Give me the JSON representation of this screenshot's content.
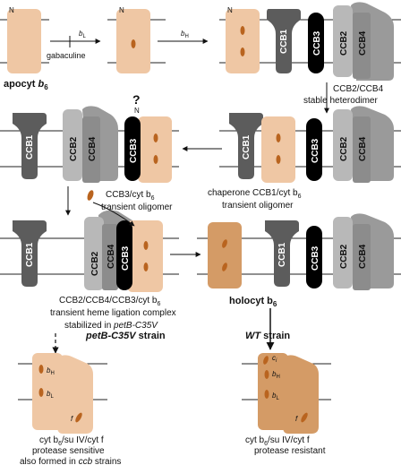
{
  "labels": {
    "n": "N",
    "gabaculine": "gabaculine",
    "bL_sub": "L",
    "bH_sub": "H",
    "b": "b",
    "apocyt_main": "apocyt",
    "apocyt_sub": "6",
    "ccb1": "CCB1",
    "ccb2": "CCB2",
    "ccb3": "CCB3",
    "ccb4": "CCB4",
    "question": "?",
    "stable_line1": "CCB2/CCB4",
    "stable_line2": "stable heterodimer",
    "ccb3cyt_line1": "CCB3/cyt b",
    "ccb3cyt_line1_sub": "6",
    "ccb3cyt_line2": "transient oligomer",
    "chap_line1": "chaperone CCB1/cyt b",
    "chap_line1_sub": "6",
    "chap_line2": "transient oligomer",
    "complex_line1": "CCB2/CCB4/CCB3/cyt b",
    "complex_line1_sub": "6",
    "complex_line2": "transient heme ligation complex",
    "complex_line3_pre": "stabilized in ",
    "complex_line3_italic": "petB-C35V",
    "holocyt_main": "holocyt b",
    "holocyt_sub": "6",
    "petb_strain_italic": "petB-C35V",
    "petb_strain_rest": " strain",
    "wt_italic": "WT",
    "wt_rest": " strain",
    "ci_main": "c",
    "ci_sub": "i",
    "f": "f",
    "bottom_left_line1": "cyt b",
    "bottom_left_line1_sub": "6",
    "bottom_left_line1_rest": "/su IV/cyt f",
    "bottom_left_line2": "protease sensitive",
    "bottom_left_line3": "also formed in ",
    "bottom_left_line3_italic": "ccb",
    "bottom_left_line3_rest": " strains",
    "bottom_right_line1": "cyt b",
    "bottom_right_line1_sub": "6",
    "bottom_right_line1_rest": "/su IV/cyt f",
    "bottom_right_line2": "protease resistant"
  },
  "colors": {
    "apo": "#efc7a4",
    "apo_dark": "#e3b690",
    "holo": "#d49b66",
    "holo_dark": "#c98a55",
    "heme": "#b9641f",
    "ccb1": "#5c5c5c",
    "ccb2": "#b8b8b8",
    "ccb4": "#9a9a9a",
    "ccb4_back": "#8c8c8c",
    "ccb3": "#000000",
    "line": "#222222"
  }
}
